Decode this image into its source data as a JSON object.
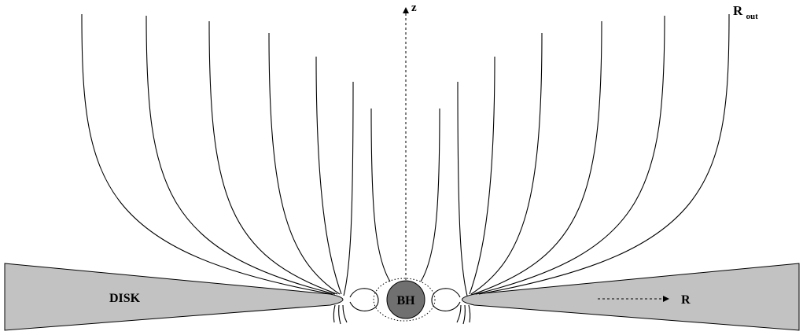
{
  "labels": {
    "disk": "DISK",
    "black_hole": "BH",
    "z_axis": "z",
    "r_axis": "R",
    "r_out_main": "R",
    "r_out_sub": "out"
  },
  "colors": {
    "disk_fill": "#c2c2c2",
    "black_hole_fill": "#707070",
    "lines": "#000000",
    "background": "#ffffff"
  },
  "field_lines": {
    "open_per_side": 6,
    "inner_per_side": 1,
    "closed_loops_per_side": 1
  }
}
